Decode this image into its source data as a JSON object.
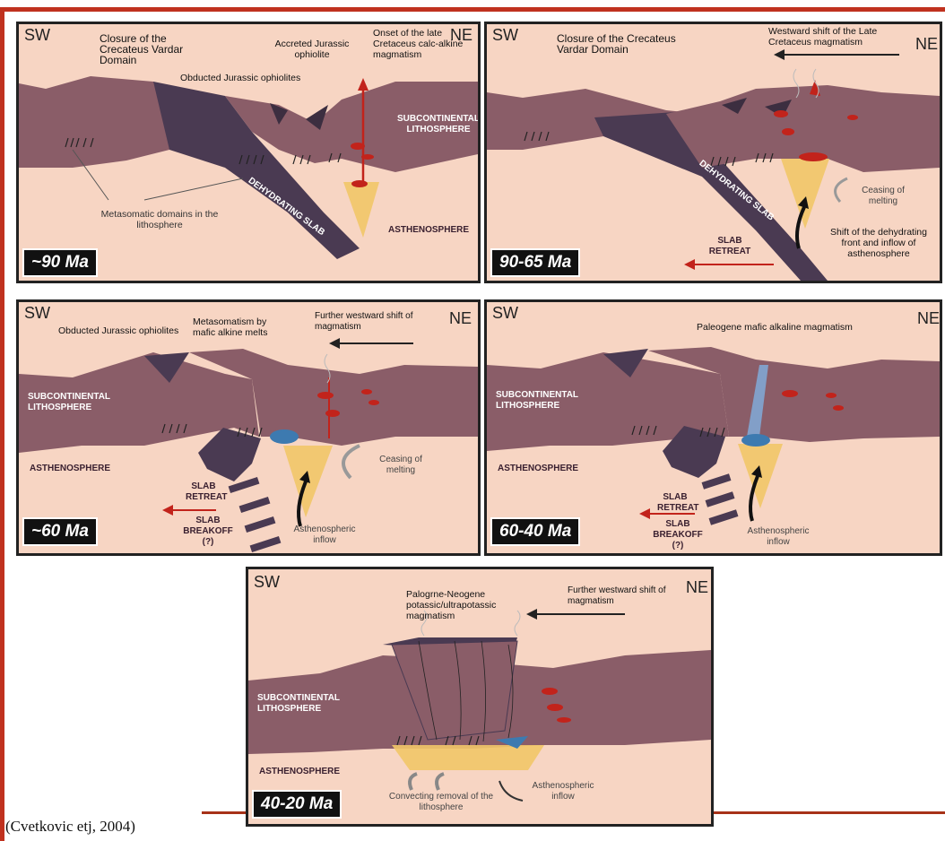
{
  "citation": "(Cvetkovic etj, 2004)",
  "directions": {
    "left": "SW",
    "right": "NE"
  },
  "panels": [
    {
      "age": "~90 Ma",
      "labels": {
        "closure": "Closure of the Crecateus Vardar Domain",
        "accreted": "Accreted Jurassic ophiolite",
        "onset": "Onset of the late Cretaceus calc-alkine magmatism",
        "obducted": "Obducted Jurassic ophiolites",
        "subcont": "SUBCONTINENTAL LITHOSPHERE",
        "metasomatic": "Metasomatic domains in the lithosphere",
        "slab": "DEHYDRATING SLAB",
        "astheno": "ASTHENOSPHERE"
      }
    },
    {
      "age": "90-65 Ma",
      "labels": {
        "closure": "Closure of the Crecateus Vardar Domain",
        "shift": "Westward shift of the Late Cretaceus magmatism",
        "slab": "DEHYDRATING SLAB",
        "ceasing": "Ceasing of melting",
        "retreat": "SLAB RETREAT",
        "front": "Shift of the dehydrating front and inflow of asthenosphere"
      }
    },
    {
      "age": "~60 Ma",
      "labels": {
        "obducted": "Obducted Jurassic ophiolites",
        "metasomatism": "Metasomatism by mafic alkine melts",
        "further": "Further westward shift of magmatism",
        "subcont": "SUBCONTINENTAL LITHOSPHERE",
        "astheno": "ASTHENOSPHERE",
        "ceasing": "Ceasing of melting",
        "retreat": "SLAB RETREAT",
        "breakoff": "SLAB BREAKOFF (?)",
        "inflow": "Asthenospheric inflow"
      }
    },
    {
      "age": "60-40 Ma",
      "labels": {
        "paleogene": "Paleogene mafic alkaline magmatism",
        "subcont": "SUBCONTINENTAL LITHOSPHERE",
        "astheno": "ASTHENOSPHERE",
        "retreat": "SLAB RETREAT",
        "breakoff": "SLAB BREAKOFF (?)",
        "inflow": "Asthenospheric inflow"
      }
    },
    {
      "age": "40-20 Ma",
      "labels": {
        "palogrne": "Palogrne-Neogene potassic/ultrapotassic magmatism",
        "further": "Further westward shift of magmatism",
        "subcont": "SUBCONTINENTAL LITHOSPHERE",
        "astheno": "ASTHENOSPHERE",
        "convecting": "Convecting removal of the lithosphere",
        "inflow": "Asthenospheric inflow"
      }
    }
  ]
}
